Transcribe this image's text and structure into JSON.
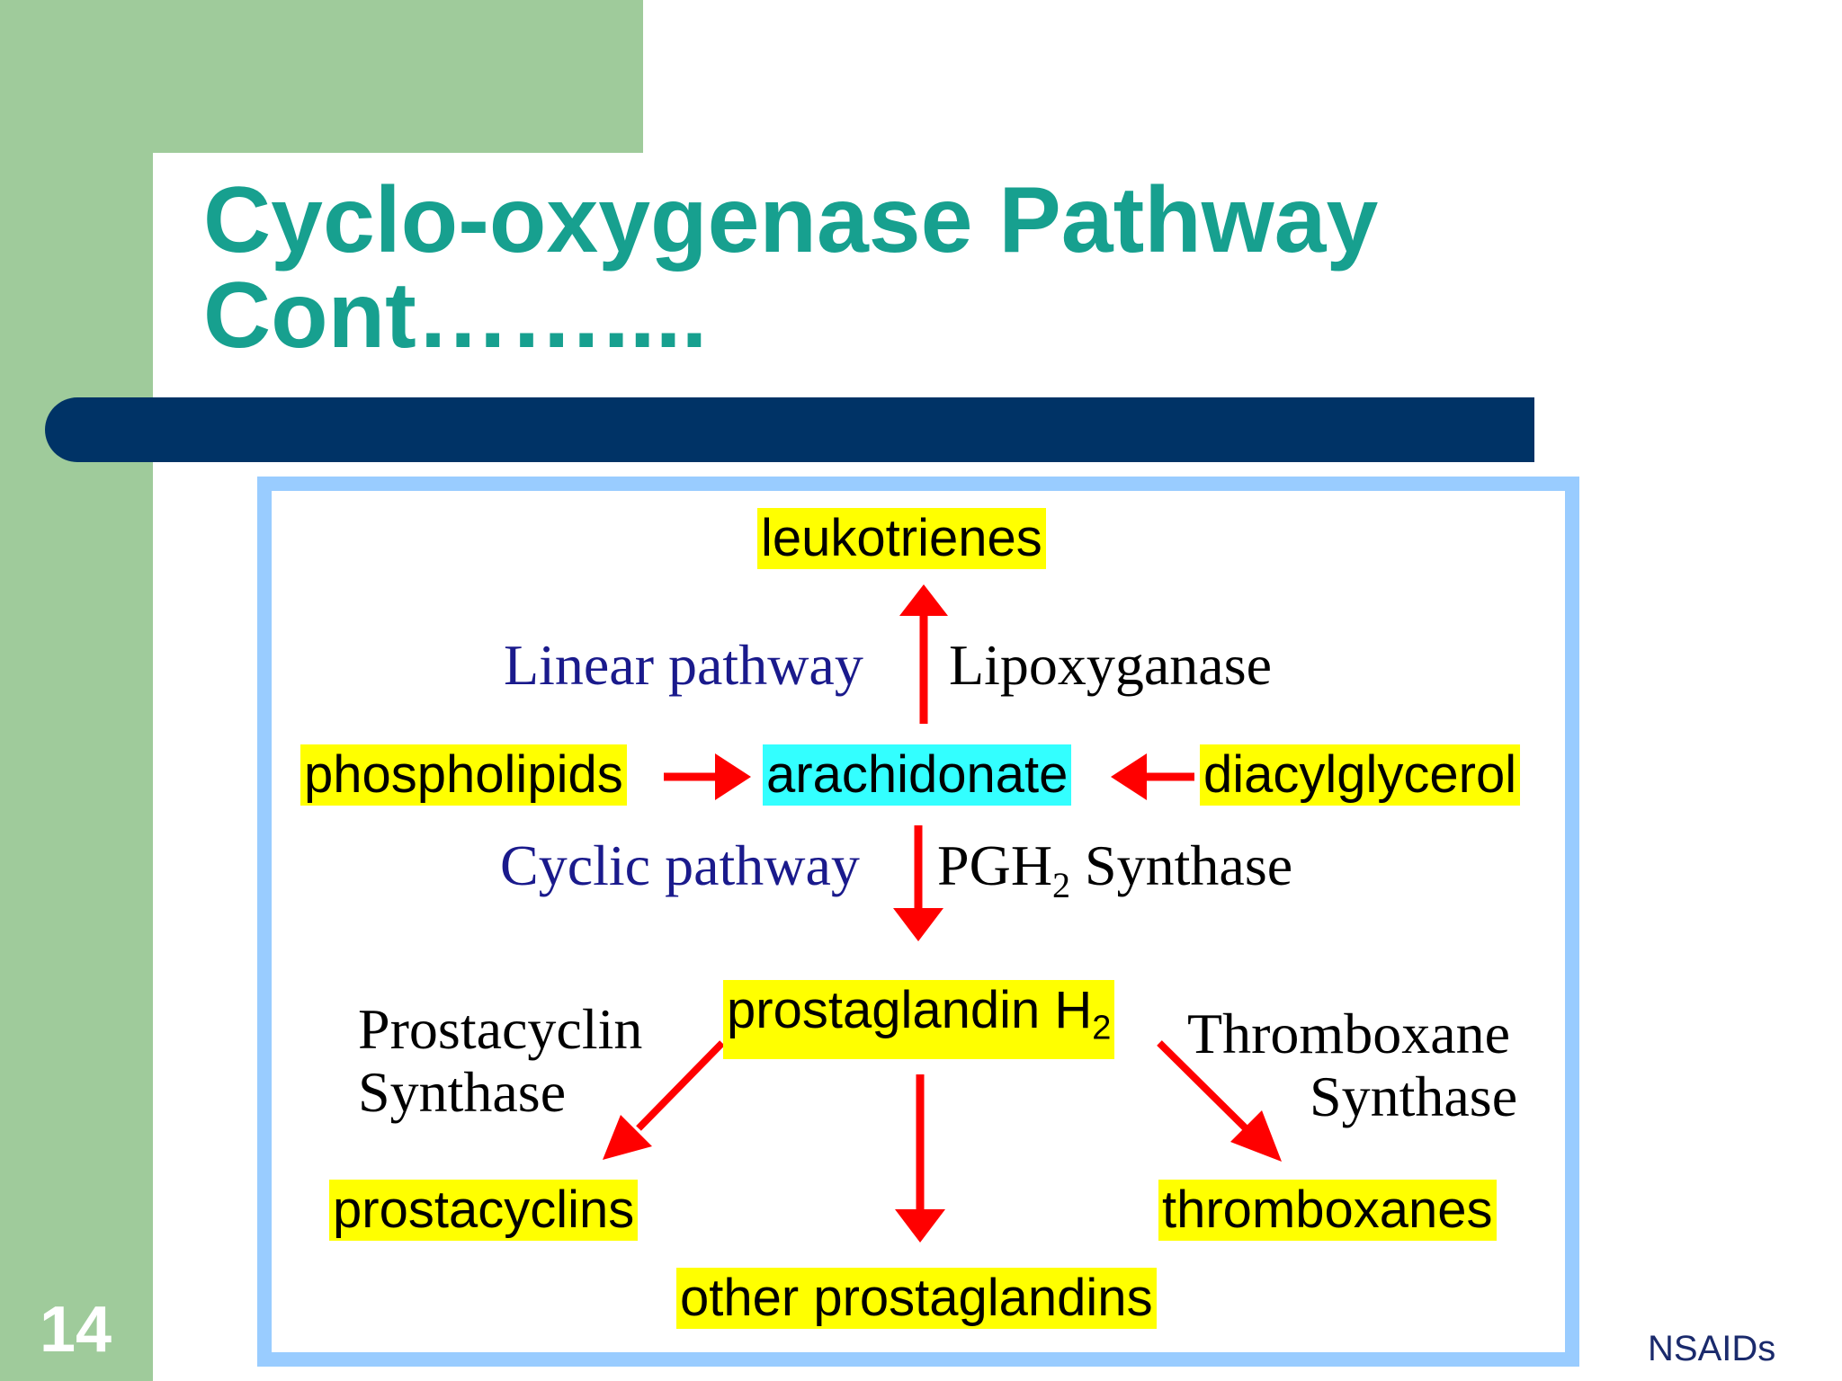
{
  "slide": {
    "title_line1": "Cyclo-oxygenase Pathway",
    "title_line2": "Cont……....",
    "number": "14",
    "footer": "NSAIDs"
  },
  "diagram": {
    "nodes": {
      "leukotrienes": "leukotrienes",
      "phospholipids": "phospholipids",
      "arachidonate": "arachidonate",
      "diacylglycerol": "diacylglycerol",
      "prostaglandin_main": "prostaglandin H",
      "prostaglandin_sub": "2",
      "prostacyclins": "prostacyclins",
      "thromboxanes": "thromboxanes",
      "other_prostaglandins": "other prostaglandins"
    },
    "labels": {
      "linear_pathway": "Linear pathway",
      "lipoxyganase": "Lipoxyganase",
      "cyclic_pathway": "Cyclic pathway",
      "pgh_main": "PGH",
      "pgh_sub": "2",
      "pgh_rest": " Synthase",
      "prostacyclin_line1": "Prostacyclin",
      "prostacyclin_line2": "Synthase",
      "thromboxane_line1": "Thromboxane",
      "thromboxane_line2": "Synthase"
    },
    "colors": {
      "node_highlight": "#ffff00",
      "arachidonate_highlight": "#33ffff",
      "arrow": "#ff0000",
      "pathway_text": "#1a1a8c"
    }
  }
}
